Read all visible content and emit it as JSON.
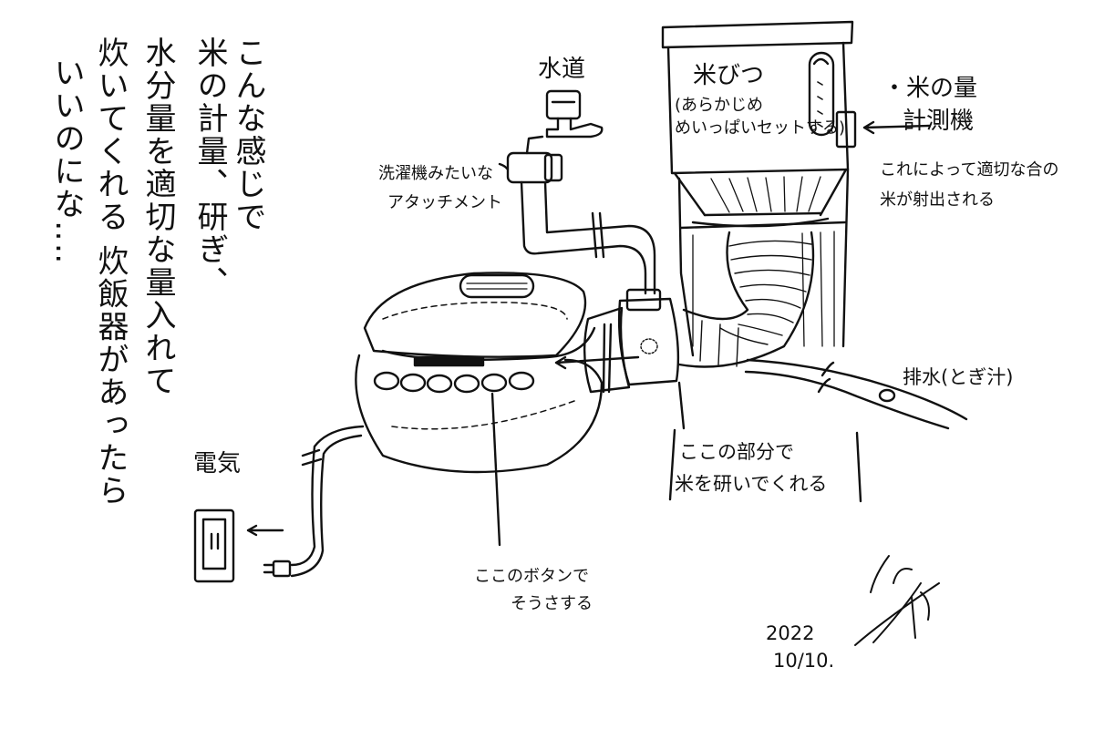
{
  "intro_lines": [
    "こんな感じで",
    "米の計量、研ぎ、",
    "水分量を適切な量入れて",
    "炊いてくれる 炊飯器があったら",
    "いいのにな‥‥"
  ],
  "labels": {
    "water_supply": "水道",
    "attachment_line1": "洗濯機みたいな",
    "attachment_line2": "アタッチメント",
    "rice_bin_line1": "米びつ",
    "rice_bin_line2": "(あらかじめ",
    "rice_bin_line3": "めいっぱいセットする)",
    "meter_line1": "・米の量",
    "meter_line2": "計測機",
    "dispense_line1": "これによって適切な合の",
    "dispense_line2": "米が射出される",
    "drain": "排水(とぎ汁)",
    "washing_line1": "ここの部分で",
    "washing_line2": "米を研いでくれる",
    "power": "電気",
    "buttons_line1": "ここのボタンで",
    "buttons_line2": "そうさする"
  },
  "date": {
    "year": "2022",
    "day": "10/10."
  }
}
